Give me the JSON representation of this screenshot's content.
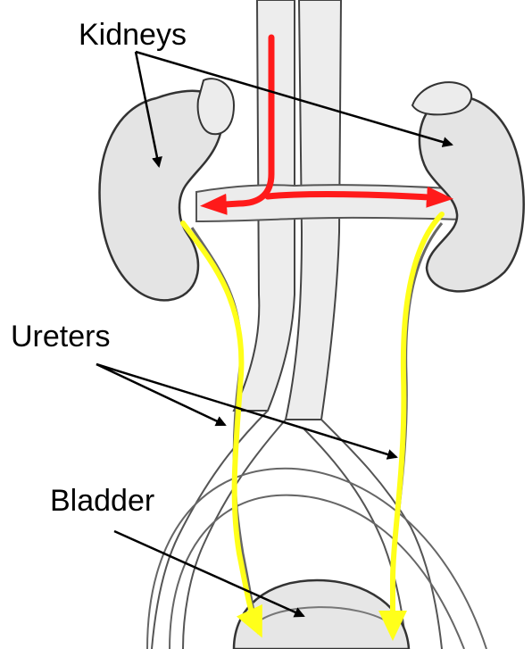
{
  "labels": {
    "kidneys": "Kidneys",
    "ureters": "Ureters",
    "bladder": "Bladder"
  },
  "colors": {
    "blood_flow": "#ff1a1a",
    "urine_flow": "#ffff1a",
    "tissue_fill": "#e6e6e6",
    "outline": "#333333",
    "pointer": "#000000"
  }
}
